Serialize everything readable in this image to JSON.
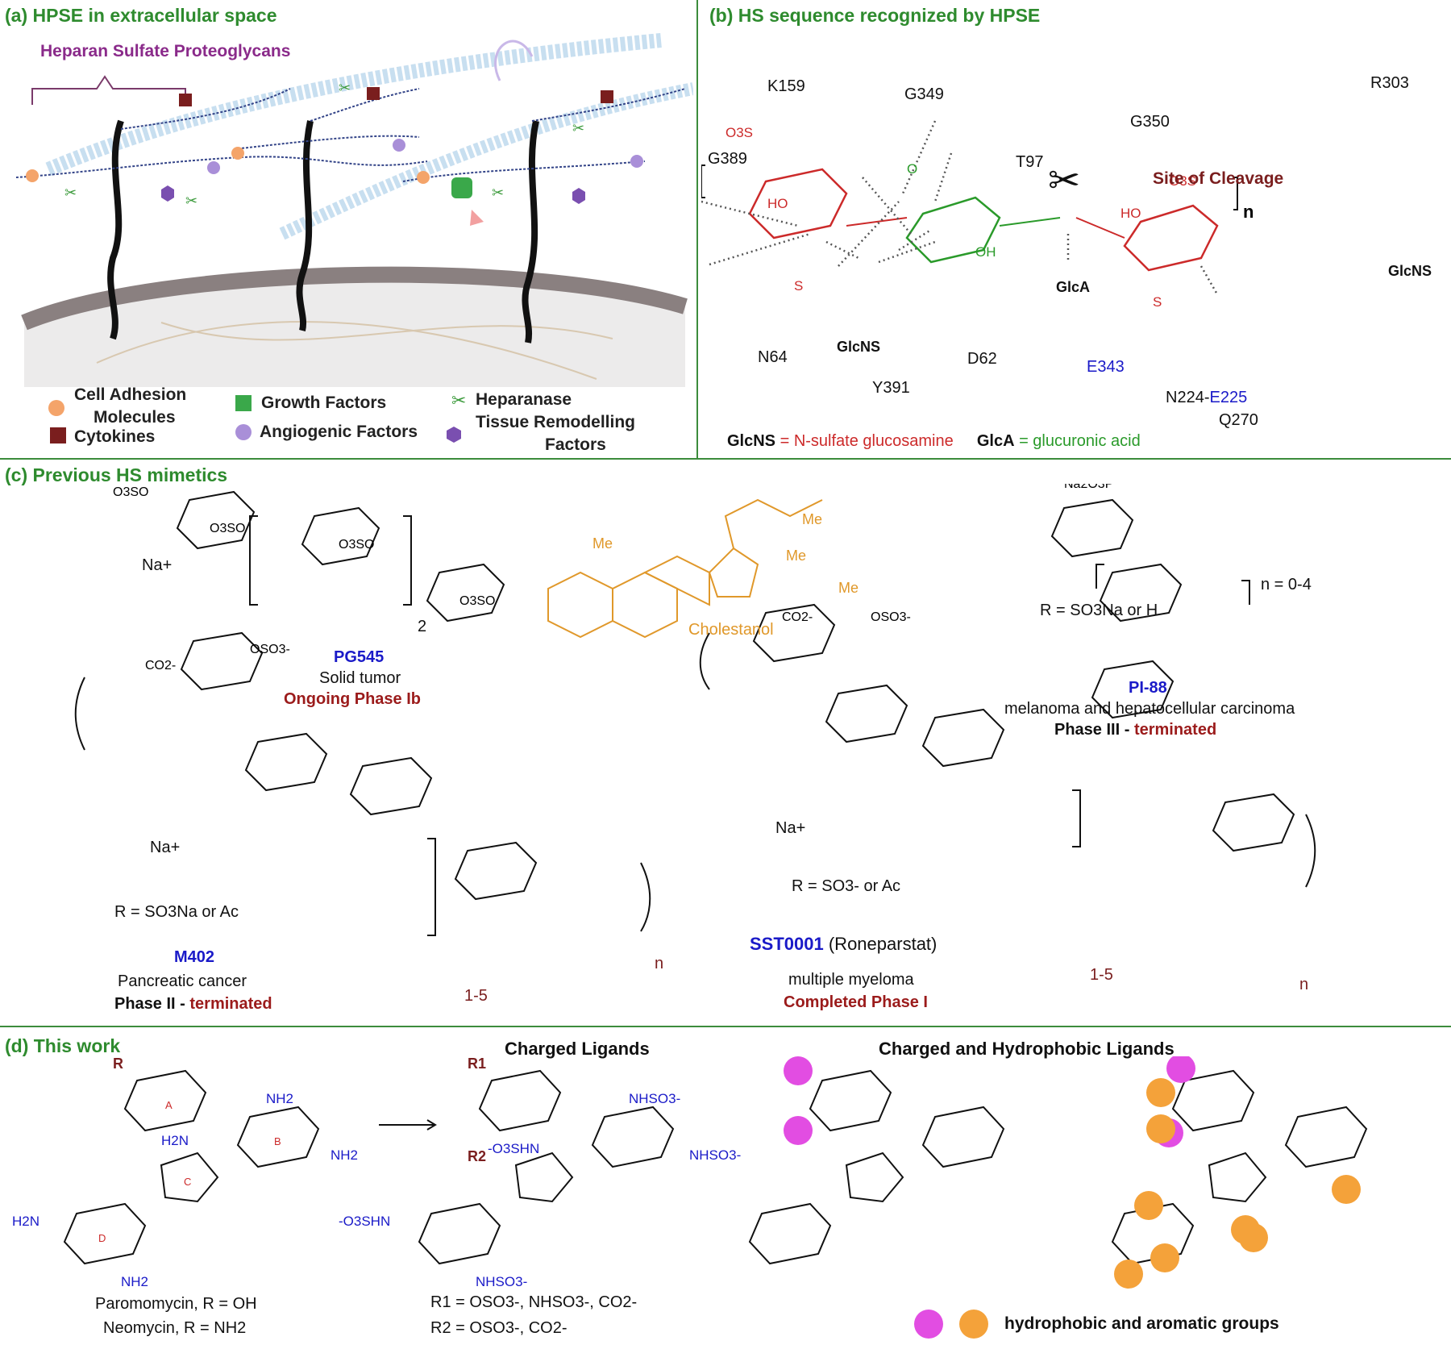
{
  "panel_a": {
    "title": "(a) HPSE in extracellular space",
    "hspg_label": "Heparan Sulfate Proteoglycans",
    "legend": {
      "cell_adhesion_line1": "Cell Adhesion",
      "cell_adhesion_line2": "Molecules",
      "cytokines": "Cytokines",
      "growth_factors": "Growth Factors",
      "angiogenic_factors": "Angiogenic Factors",
      "heparanase": "Heparanase",
      "tissue_remodelling_line1": "Tissue Remodelling",
      "tissue_remodelling_line2": "Factors"
    },
    "colors": {
      "adhesion": "#f4a46a",
      "cytokine": "#7a1e1e",
      "growth": "#3aa84a",
      "angiogenic": "#a98fd8",
      "remodelling": "#7a4fb0"
    }
  },
  "panel_b": {
    "title": "(b) HS sequence recognized by HPSE",
    "site_of_cleavage": "Site of Cleavage",
    "residues": {
      "k159": "K159",
      "g389": "G389",
      "g349": "G349",
      "g350": "G350",
      "t97": "T97",
      "r303": "R303",
      "n64": "N64",
      "y391": "Y391",
      "d62": "D62",
      "e343": "E343",
      "n224": "N224-",
      "e225": "E225",
      "q270": "Q270"
    },
    "sugars": {
      "glcns_left": "GlcNS",
      "glca": "GlcA",
      "glcns_right": "GlcNS"
    },
    "footer": {
      "glcns_abbr": "GlcNS",
      "glcns_def": " = N-sulfate glucosamine",
      "glca_abbr": "GlcA",
      "glca_def": " = glucuronic acid"
    }
  },
  "panel_c": {
    "title": "(c) Previous HS mimetics",
    "pg545": {
      "name": "PG545",
      "indication": "Solid tumor",
      "status": "Ongoing Phase Ib",
      "tail": "Cholestanol",
      "counterion": "Na+",
      "repeat": "2"
    },
    "pi88": {
      "name": "PI-88",
      "indication": "melanoma and hepatocellular carcinoma",
      "status_prefix": "Phase III - ",
      "status": "terminated",
      "r_def": "R = SO3Na or H",
      "repeat": "n = 0-4"
    },
    "m402": {
      "name": "M402",
      "indication": "Pancreatic cancer",
      "status_prefix": "Phase II - ",
      "status": "terminated",
      "r_def": "R = SO3Na or Ac",
      "counterion": "Na+",
      "repeat": "1-5",
      "n": "n"
    },
    "sst0001": {
      "name": "SST0001",
      "alt": "(Roneparstat)",
      "indication": "multiple myeloma",
      "status": "Completed Phase I",
      "r_def": "R = SO3- or Ac",
      "counterion": "Na+",
      "repeat": "1-5",
      "n": "n"
    }
  },
  "panel_d": {
    "title": "(d) This work",
    "charged_ligands": "Charged Ligands",
    "charged_hydrophobic": "Charged and Hydrophobic Ligands",
    "paromomycin": "Paromomycin, R = OH",
    "neomycin": "Neomycin, R = NH2",
    "r1_def": "R1 = OSO3-, NHSO3-, CO2-",
    "r2_def": "R2 = OSO3-, CO2-",
    "legend": "hydrophobic and aromatic groups",
    "ring_labels": {
      "a": "A",
      "b": "B",
      "c": "C",
      "d": "D"
    },
    "colors": {
      "magenta": "#e24de2",
      "orange": "#f4a23a",
      "blue_text": "#1a1ac8",
      "red_text": "#9b1b1b"
    }
  }
}
